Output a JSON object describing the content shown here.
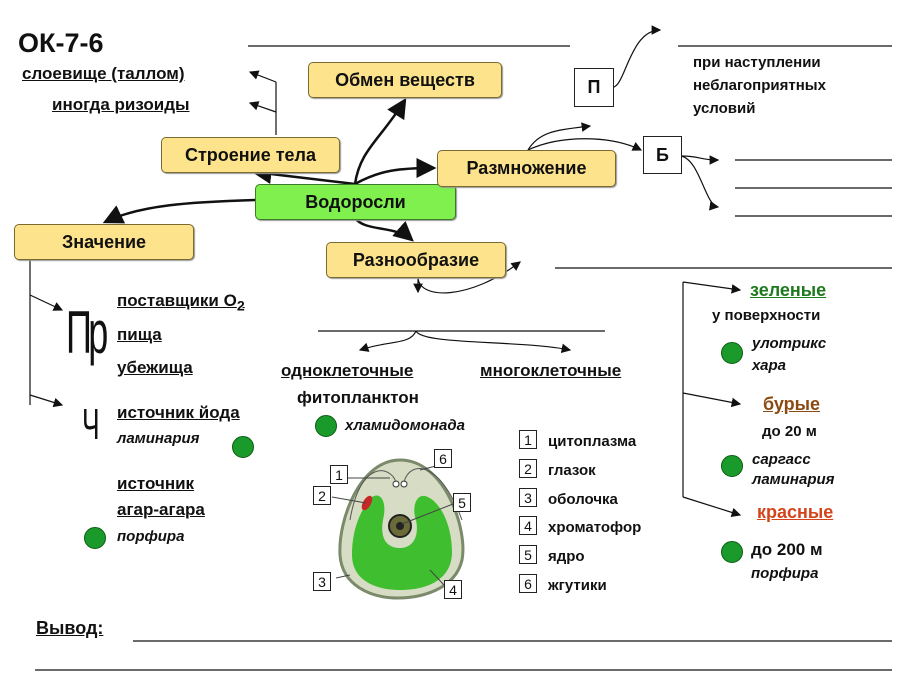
{
  "title": "ОК-7-6",
  "structure": {
    "thallus": "слоевище (таллом)",
    "rhizoids": "иногда ризоиды"
  },
  "boxes": {
    "center": "Водоросли",
    "metabolism": "Обмен веществ",
    "structure": "Строение тела",
    "reproduction": "Размножение",
    "significance": "Значение",
    "diversity": "Разнообразие"
  },
  "reproduction": {
    "p": "П",
    "b": "Б",
    "unfavorable": [
      "при наступлении",
      "неблагоприятных",
      "условий"
    ]
  },
  "significance": {
    "pr_glyph": "Пр",
    "ch_glyph": "Ч",
    "suppliers": "поставщики O",
    "suppliers_sub": "2",
    "food": "пища",
    "shelter": "убежища",
    "iodine": "источник йода",
    "laminaria": "ламинария",
    "agar1": "источник",
    "agar2": "агар-агара",
    "porphyra": "порфира"
  },
  "diversity": {
    "unicellular": "одноклеточные",
    "multicellular": "многоклеточные",
    "phytoplankton": "фитопланктон",
    "chlamydomonas": "хламидомонада"
  },
  "legend": [
    {
      "n": "1",
      "label": "цитоплазма"
    },
    {
      "n": "2",
      "label": "глазок"
    },
    {
      "n": "3",
      "label": "оболочка"
    },
    {
      "n": "4",
      "label": "хроматофор"
    },
    {
      "n": "5",
      "label": "ядро"
    },
    {
      "n": "6",
      "label": "жгутики"
    }
  ],
  "groups": {
    "green": {
      "name": "зеленые",
      "color": "#1e7a1e",
      "depth": "у поверхности",
      "examples": [
        "улотрикс",
        "хара"
      ]
    },
    "brown": {
      "name": "бурые",
      "color": "#8b4a12",
      "depth": "до 20 м",
      "examples": [
        "саргасс",
        "ламинария"
      ]
    },
    "red": {
      "name": "красные",
      "color": "#d4441a",
      "depth": "до 200 м",
      "examples": [
        "порфира"
      ]
    }
  },
  "conclusion": "Вывод:"
}
